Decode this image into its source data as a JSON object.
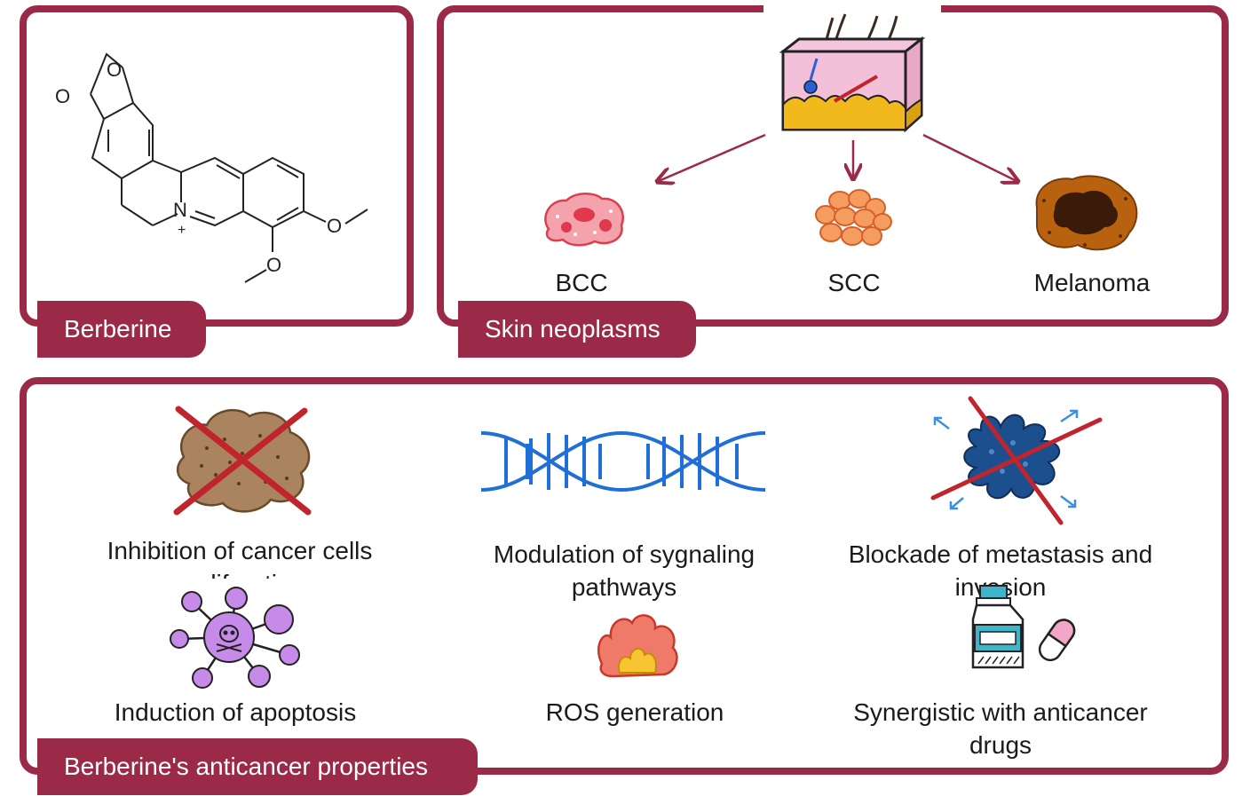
{
  "panels": {
    "berberine": {
      "tag": "Berberine"
    },
    "skin": {
      "tag": "Skin neoplasms",
      "types": [
        {
          "label": "BCC",
          "icon": "bcc-lesion-icon"
        },
        {
          "label": "SCC",
          "icon": "scc-lesion-icon"
        },
        {
          "label": "Melanoma",
          "icon": "melanoma-lesion-icon"
        }
      ]
    },
    "properties": {
      "tag": "Berberine's anticancer properties",
      "items": [
        {
          "label": "Inhibition of cancer cells proliferation",
          "icon": "crossed-tumor-icon"
        },
        {
          "label": "Modulation of sygnaling pathways",
          "icon": "dna-helix-icon"
        },
        {
          "label": "Blockade of metastasis and invasion",
          "icon": "crossed-metastasis-icon"
        },
        {
          "label": "Induction of apoptosis",
          "icon": "apoptosis-network-icon"
        },
        {
          "label": "ROS generation",
          "icon": "fire-icon"
        },
        {
          "label": "Synergistic with anticancer drugs",
          "icon": "drug-bottle-pill-icon"
        }
      ]
    }
  },
  "molecule": {
    "atoms": [
      "O",
      "O",
      "N",
      "+",
      "O",
      "O"
    ]
  },
  "colors": {
    "frame": "#9b2a48",
    "dna": "#1f6fd6",
    "cross": "#c0252d",
    "apoptosis": "#c68ae8"
  }
}
